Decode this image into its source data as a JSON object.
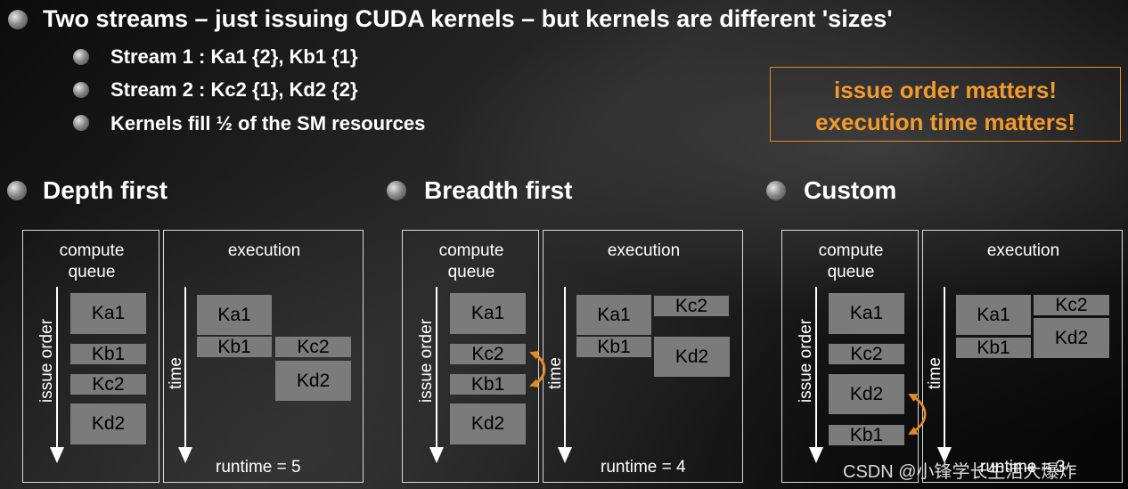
{
  "header": {
    "title": "Two streams – just issuing CUDA kernels – but kernels are different 'sizes'",
    "bullets": [
      "Stream 1 : Ka1 {2}, Kb1 {1}",
      "Stream 2 : Kc2 {1}, Kd2 {2}",
      "Kernels fill ½ of the SM resources"
    ]
  },
  "callout": {
    "line1": "issue order matters!",
    "line2": "execution time matters!",
    "color": "#f39a2c"
  },
  "colors": {
    "kernel_box": "#7b7b7b",
    "arrow": "#e4892a"
  },
  "sections": [
    {
      "heading": "Depth first",
      "compute_label_1": "compute",
      "compute_label_2": "queue",
      "execution_label": "execution",
      "issue_label": "issue order",
      "time_label": "time",
      "queue": [
        "Ka1",
        "Kb1",
        "Kc2",
        "Kd2"
      ],
      "exec": [
        "Ka1",
        "Kb1",
        "Kc2",
        "Kd2"
      ],
      "runtime": "runtime = 5"
    },
    {
      "heading": "Breadth first",
      "compute_label_1": "compute",
      "compute_label_2": "queue",
      "execution_label": "execution",
      "issue_label": "issue order",
      "time_label": "time",
      "queue": [
        "Ka1",
        "Kc2",
        "Kb1",
        "Kd2"
      ],
      "exec": [
        "Ka1",
        "Kc2",
        "Kb1",
        "Kd2"
      ],
      "runtime": "runtime = 4"
    },
    {
      "heading": "Custom",
      "compute_label_1": "compute",
      "compute_label_2": "queue",
      "execution_label": "execution",
      "issue_label": "issue order",
      "time_label": "time",
      "queue": [
        "Ka1",
        "Kc2",
        "Kd2",
        "Kb1"
      ],
      "exec": [
        "Ka1",
        "Kc2",
        "Kb1",
        "Kd2"
      ],
      "runtime": "runtime = 3"
    }
  ],
  "watermark": "CSDN @小锋学长生活大爆炸"
}
